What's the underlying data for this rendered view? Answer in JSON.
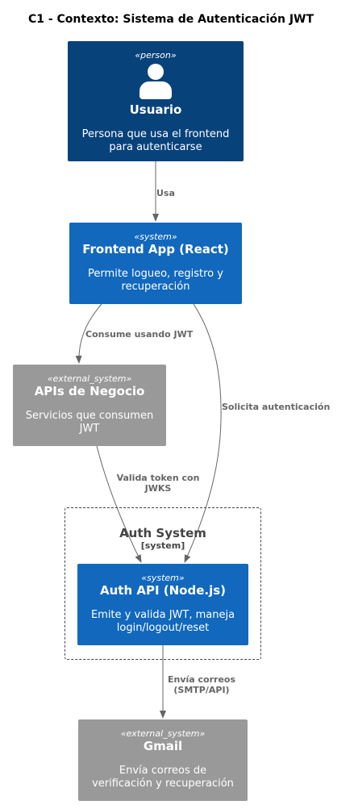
{
  "diagram": {
    "title": "C1 - Contexto: Sistema de Autenticación JWT",
    "colors": {
      "person": "#08427b",
      "system": "#1168bd",
      "external_system": "#999999",
      "edge": "#666666",
      "boundary": "#444444"
    },
    "nodes": {
      "usuario": {
        "stereotype": "«person»",
        "name": "Usuario",
        "desc_lines": [
          "Persona que usa el frontend",
          "para autenticarse"
        ],
        "icon": "person-icon"
      },
      "frontend": {
        "stereotype": "«system»",
        "name": "Frontend App (React)",
        "desc_lines": [
          "Permite logueo, registro y",
          "recuperación"
        ]
      },
      "apis": {
        "stereotype": "«external_system»",
        "name": "APIs de Negocio",
        "desc_lines": [
          "Servicios que consumen",
          "JWT"
        ]
      },
      "authapi": {
        "stereotype": "«system»",
        "name": "Auth API (Node.js)",
        "desc_lines": [
          "Emite y valida JWT, maneja",
          "login/logout/reset"
        ]
      },
      "gmail": {
        "stereotype": "«external_system»",
        "name": "Gmail",
        "desc_lines": [
          "Envía correos de",
          "verificación y recuperación"
        ]
      }
    },
    "boundary": {
      "title": "Auth System",
      "tag": "[system]"
    },
    "edges": {
      "usa": {
        "from": "usuario",
        "to": "frontend",
        "label_lines": [
          "Usa"
        ]
      },
      "consume": {
        "from": "frontend",
        "to": "apis",
        "label_lines": [
          "Consume usando JWT"
        ]
      },
      "solicita": {
        "from": "frontend",
        "to": "authapi",
        "label_lines": [
          "Solicita autenticación"
        ]
      },
      "valida": {
        "from": "apis",
        "to": "authapi",
        "label_lines": [
          "Valida token con",
          "JWKS"
        ]
      },
      "envia": {
        "from": "authapi",
        "to": "gmail",
        "label_lines": [
          "Envía correos",
          "(SMTP/API)"
        ]
      }
    }
  }
}
